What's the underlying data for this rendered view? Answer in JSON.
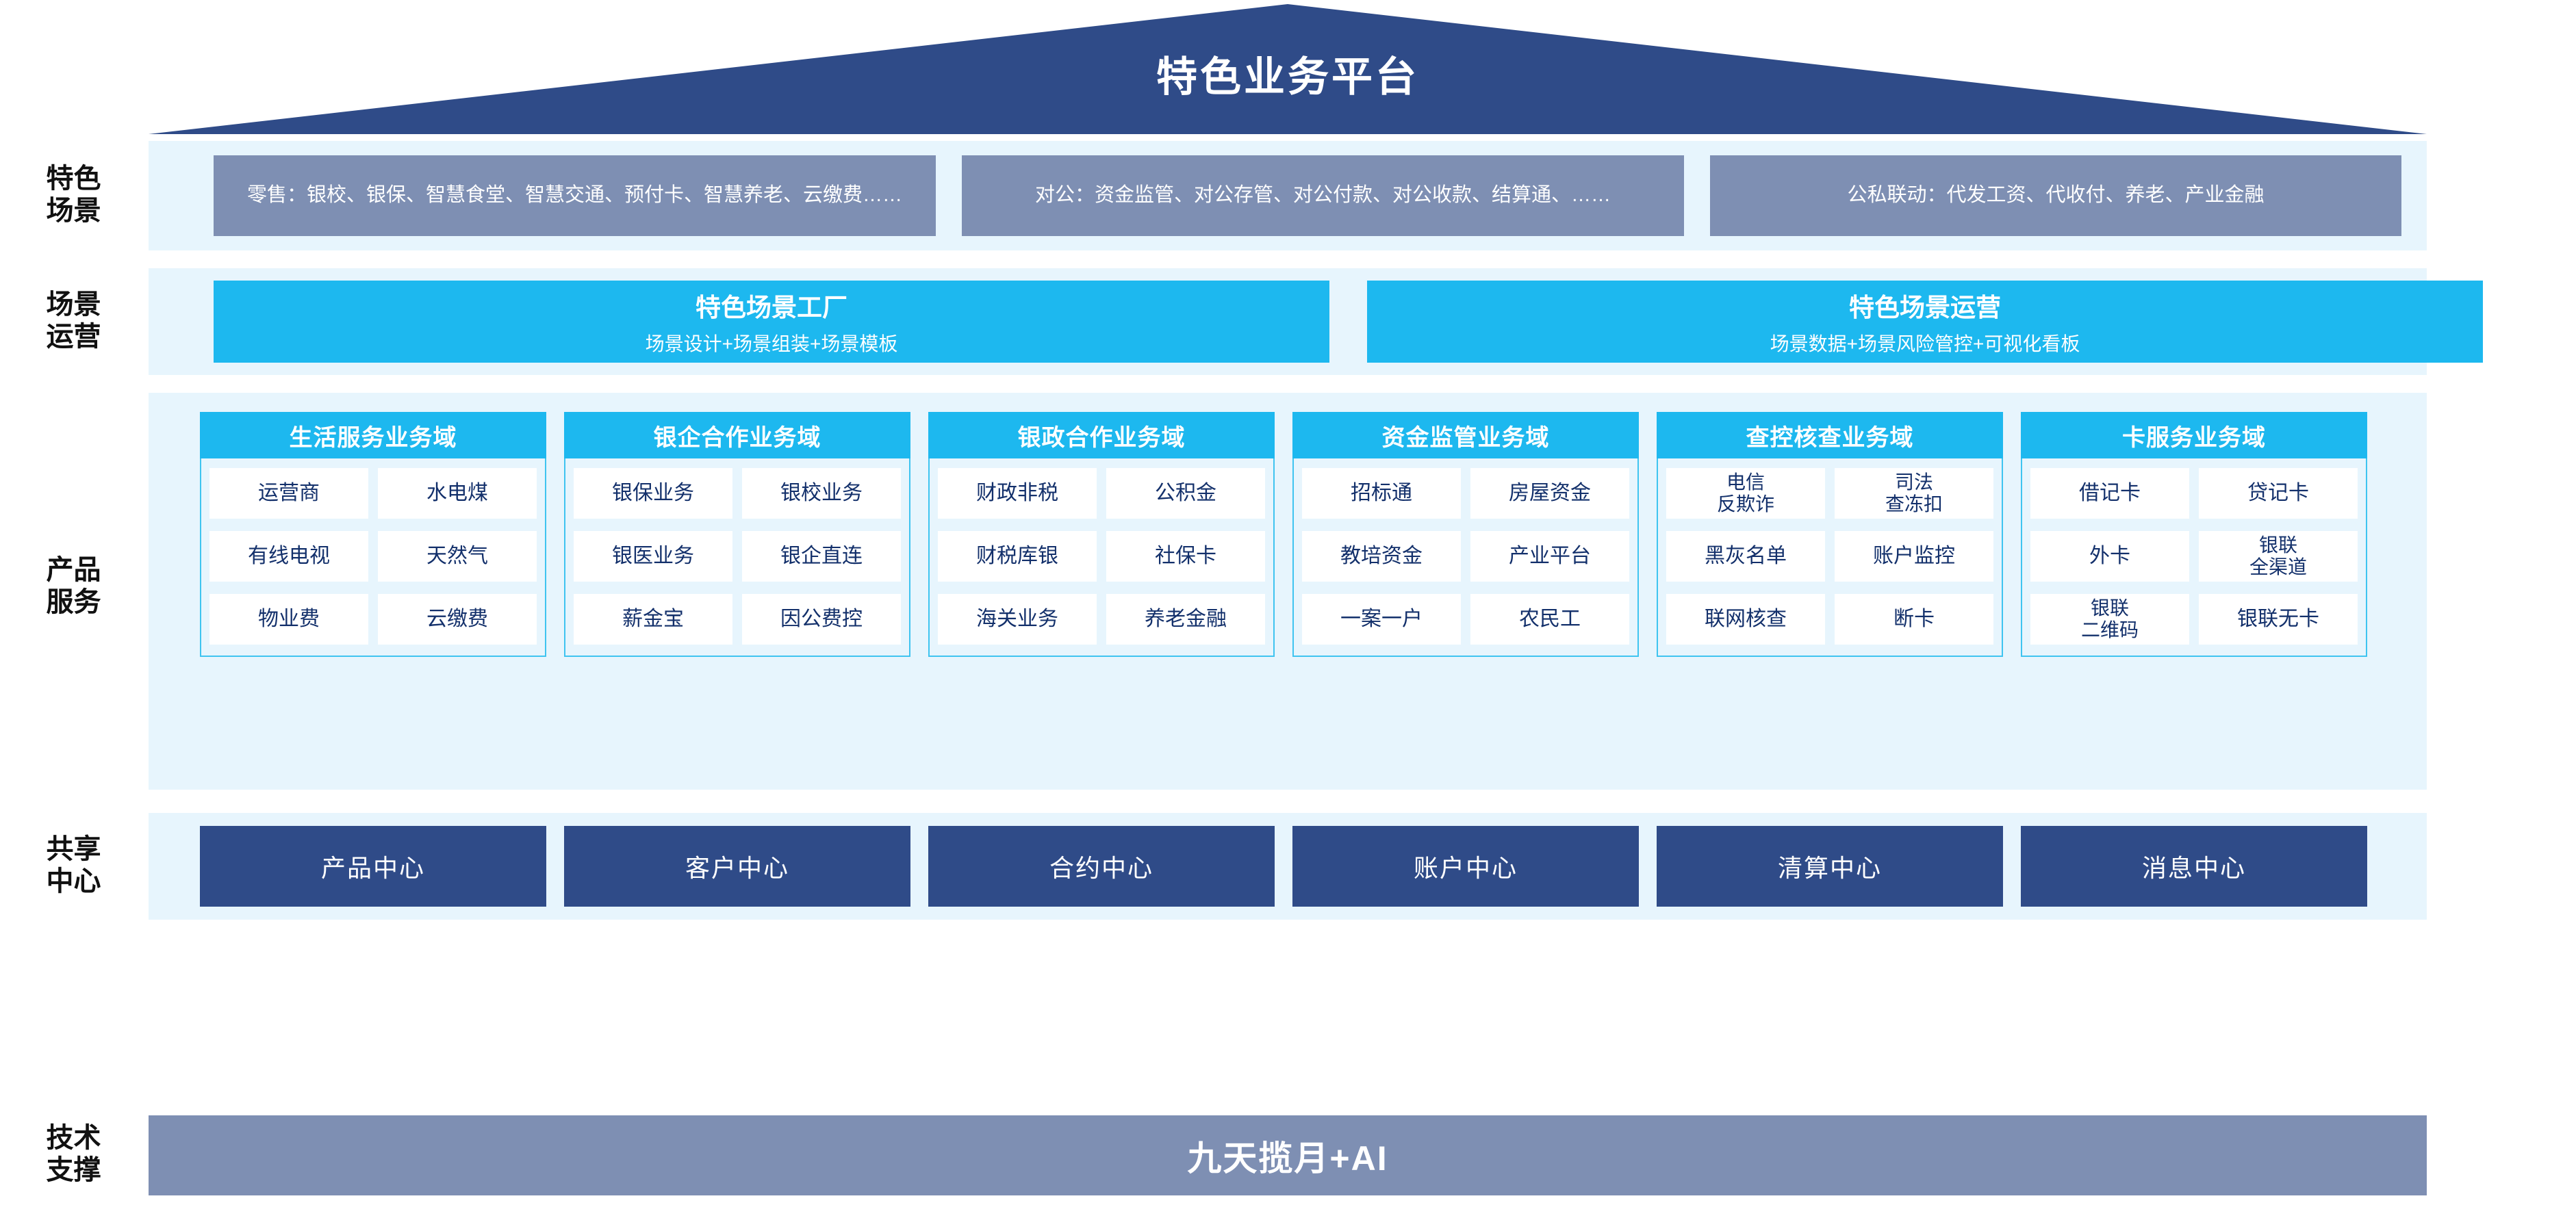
{
  "title": "特色业务平台",
  "colors": {
    "roof": "#2f4b88",
    "panel_bg": "#e7f5fd",
    "scenario_box": "#7e8fb3",
    "cyan": "#1db8ef",
    "card_border": "#3fc4f0",
    "center_box": "#2f4b88",
    "tech_bar": "#7e8fb3",
    "cell_text": "#13306b"
  },
  "row_labels": {
    "scenario": "特色\n场景",
    "operation": "场景\n运营",
    "product": "产品\n服务",
    "center": "共享\n中心",
    "tech": "技术\n支撑"
  },
  "scenarios": [
    {
      "label": "零售：银校、银保、智慧食堂、智慧交通、预付卡、智慧养老、云缴费……"
    },
    {
      "label": "对公：资金监管、对公存管、对公付款、对公收款、结算通、……"
    },
    {
      "label": "公私联动：代发工资、代收付、养老、产业金融"
    }
  ],
  "operations": [
    {
      "title": "特色场景工厂",
      "subtitle": "场景设计+场景组装+场景模板"
    },
    {
      "title": "特色场景运营",
      "subtitle": "场景数据+场景风险管控+可视化看板"
    }
  ],
  "domains": [
    {
      "title": "生活服务业务域",
      "rows": [
        [
          "运营商",
          "水电煤"
        ],
        [
          "有线电视",
          "天然气"
        ],
        [
          "物业费",
          "云缴费"
        ]
      ]
    },
    {
      "title": "银企合作业务域",
      "rows": [
        [
          "银保业务",
          "银校业务"
        ],
        [
          "银医业务",
          "银企直连"
        ],
        [
          "薪金宝",
          "因公费控"
        ]
      ]
    },
    {
      "title": "银政合作业务域",
      "rows": [
        [
          "财政非税",
          "公积金"
        ],
        [
          "财税库银",
          "社保卡"
        ],
        [
          "海关业务",
          "养老金融"
        ]
      ]
    },
    {
      "title": "资金监管业务域",
      "rows": [
        [
          "招标通",
          "房屋资金"
        ],
        [
          "教培资金",
          "产业平台"
        ],
        [
          "一案一户",
          "农民工"
        ]
      ]
    },
    {
      "title": "查控核查业务域",
      "rows": [
        [
          "电信\n反欺诈",
          "司法\n查冻扣"
        ],
        [
          "黑灰名单",
          "账户监控"
        ],
        [
          "联网核查",
          "断卡"
        ]
      ]
    },
    {
      "title": "卡服务业务域",
      "rows": [
        [
          "借记卡",
          "贷记卡"
        ],
        [
          "外卡",
          "银联\n全渠道"
        ],
        [
          "银联\n二维码",
          "银联无卡"
        ]
      ]
    }
  ],
  "centers": [
    {
      "label": "产品中心"
    },
    {
      "label": "客户中心"
    },
    {
      "label": "合约中心"
    },
    {
      "label": "账户中心"
    },
    {
      "label": "清算中心"
    },
    {
      "label": "消息中心"
    }
  ],
  "tech_support": {
    "label": "九天揽月+AI"
  }
}
